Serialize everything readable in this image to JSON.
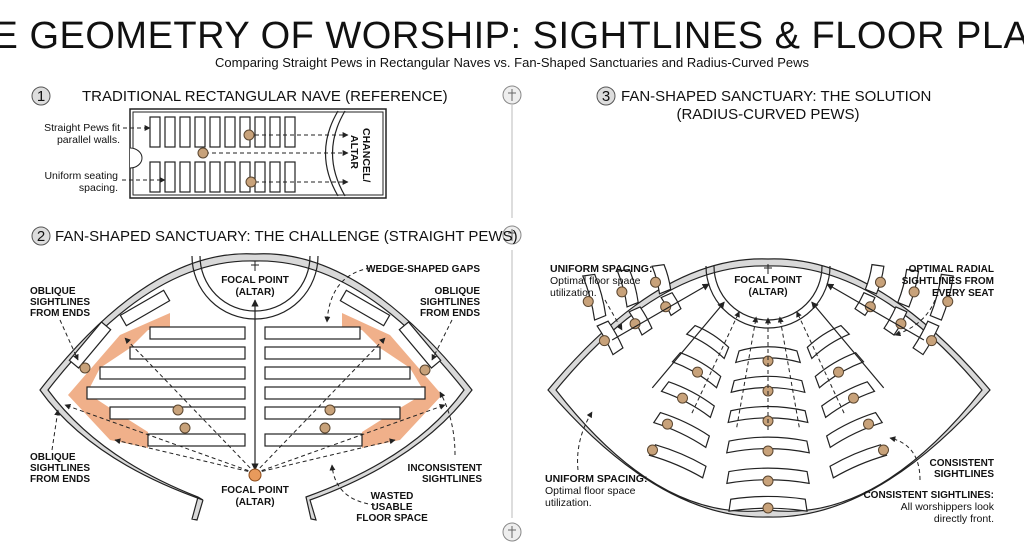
{
  "title": "THE GEOMETRY OF WORSHIP: SIGHTLINES & FLOOR PLANS",
  "subtitle": "Comparing Straight Pews in Rectangular Naves vs. Fan-Shaped Sanctuaries and Radius-Curved Pews",
  "colors": {
    "wedge": "#f0b08a",
    "altar_dot": "#e89a5c",
    "person": "#c8a27a"
  },
  "section1": {
    "number": "1",
    "heading": "TRADITIONAL RECTANGULAR NAVE (REFERENCE)",
    "note_pews": [
      "Straight Pews fit",
      "parallel walls."
    ],
    "note_spacing": [
      "Uniform seating",
      "spacing."
    ],
    "chancel": [
      "CHANCEL/",
      "ALTAR"
    ]
  },
  "section2": {
    "number": "2",
    "heading": "FAN-SHAPED SANCTUARY: THE CHALLENGE (STRAIGHT PEWS)",
    "focal_top": [
      "FOCAL POINT",
      "(ALTAR)"
    ],
    "focal_bottom": [
      "FOCAL POINT",
      "(ALTAR)"
    ],
    "wedge_gaps": "WEDGE-SHAPED GAPS",
    "oblique_tl": [
      "OBLIQUE",
      "SIGHTLINES",
      "FROM ENDS"
    ],
    "oblique_tr": [
      "OBLIQUE",
      "SIGHTLINES",
      "FROM ENDS"
    ],
    "oblique_bl": [
      "OBLIQUE",
      "SIGHTLINES",
      "FROM ENDS"
    ],
    "inconsistent": [
      "INCONSISTENT",
      "SIGHTLINES"
    ],
    "wasted": [
      "WASTED",
      "USABLE",
      "FLOOR SPACE"
    ]
  },
  "section3": {
    "number": "3",
    "heading": [
      "FAN-SHAPED SANCTUARY: THE SOLUTION",
      "(RADIUS-CURVED PEWS)"
    ],
    "focal": [
      "FOCAL POINT",
      "(ALTAR)"
    ],
    "uniform_top": [
      "UNIFORM SPACING:",
      "Optimal floor space",
      "utilization."
    ],
    "uniform_bottom": [
      "UNIFORM SPACING:",
      "Optimal floor space",
      "utilization."
    ],
    "optimal": [
      "OPTIMAL RADIAL",
      "SIGHTLINES FROM",
      "EVERY SEAT"
    ],
    "consistent": [
      "CONSISTENT",
      "SIGHTLINES"
    ],
    "consistent_all": [
      "CONSISTENT SIGHTLINES:",
      "All worshippers look",
      "directly front."
    ]
  }
}
